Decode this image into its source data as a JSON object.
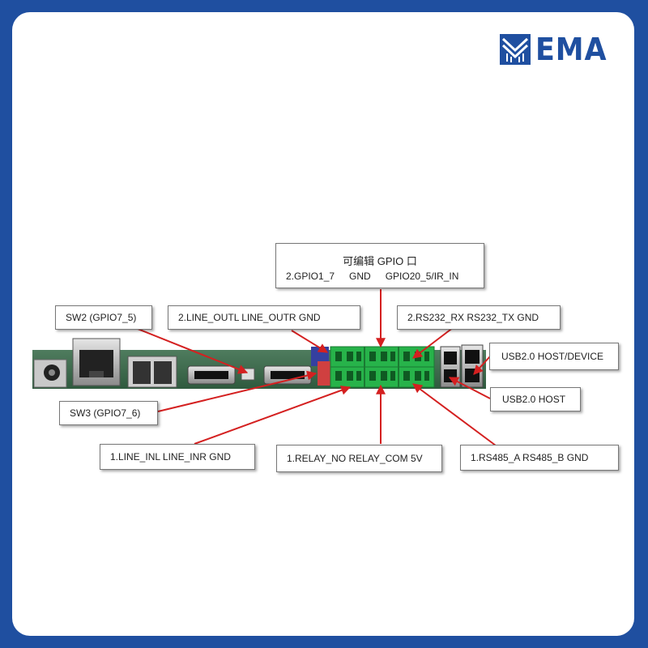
{
  "brand": {
    "logo_text": "EMA",
    "background": "#1f4fa0"
  },
  "labels": {
    "gpio_title": "可编辑 GPIO 口",
    "gpio_pins": [
      "2.GPIO1_7",
      "GND",
      "GPIO20_5/IR_IN"
    ],
    "sw2": "SW2 (GPIO7_5)",
    "line_out": "2.LINE_OUTL LINE_OUTR GND",
    "rs232": "2.RS232_RX RS232_TX GND",
    "usb_host_device": "USB2.0 HOST/DEVICE",
    "usb_host": "USB2.0 HOST",
    "sw3": "SW3 (GPIO7_6)",
    "line_in": "1.LINE_INL LINE_INR GND",
    "relay": "1.RELAY_NO RELAY_COM 5V",
    "rs485": "1.RS485_A RS485_B GND"
  },
  "colors": {
    "arrow": "#d42020",
    "pcb": "#3e6a4e",
    "terminal": "#27b34a"
  }
}
